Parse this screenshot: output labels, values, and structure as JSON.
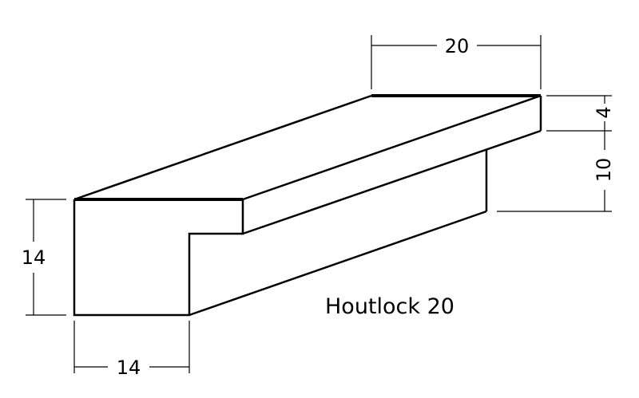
{
  "product": {
    "name": "Houtlock 20"
  },
  "dimensions": {
    "top_width": "20",
    "lip_height": "4",
    "rebate_height": "10",
    "front_height": "14",
    "front_width": "14"
  },
  "colors": {
    "line": "#000000",
    "background": "#ffffff"
  }
}
